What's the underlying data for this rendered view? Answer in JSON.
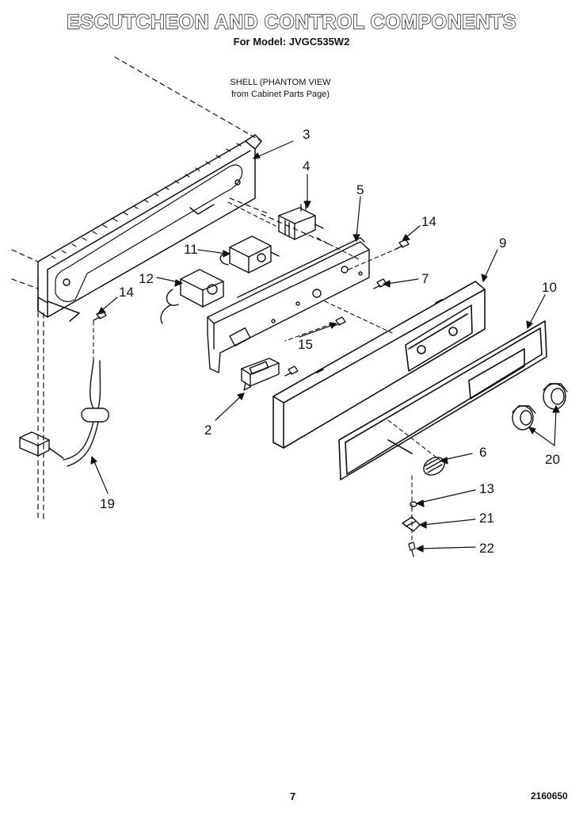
{
  "header": {
    "title": "ESCUTCHEON AND CONTROL COMPONENTS",
    "subtitle": "For Model: JVGC535W2"
  },
  "note": {
    "line1": "SHELL (PHANTOM VIEW",
    "line2": "from Cabinet Parts Page)"
  },
  "callouts": [
    "3",
    "4",
    "5",
    "14",
    "9",
    "11",
    "12",
    "14",
    "7",
    "10",
    "15",
    "2",
    "6",
    "20",
    "13",
    "21",
    "19",
    "22"
  ],
  "footer": {
    "page_number": "7",
    "document_number": "2160650"
  }
}
